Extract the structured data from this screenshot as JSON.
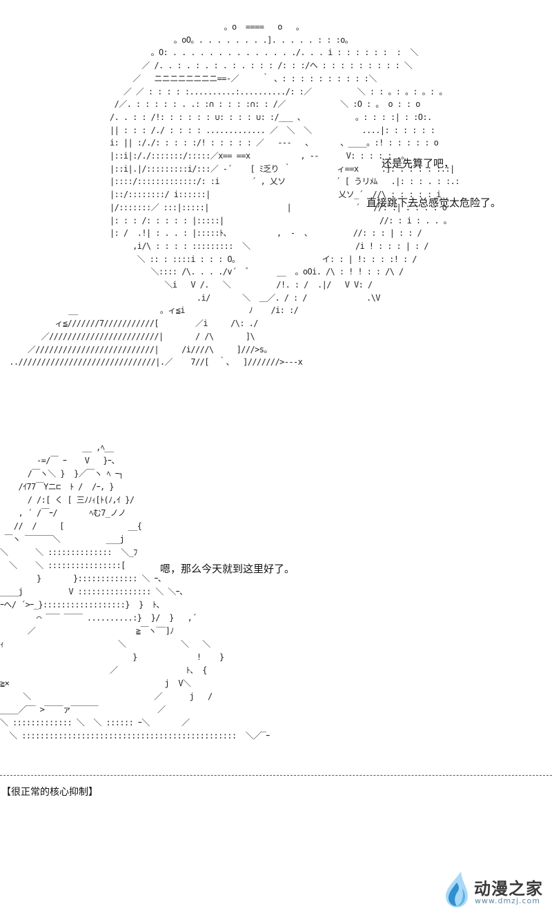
{
  "art": {
    "top": "                                                 。o  ====   o   。\n                                      。oO。. . . . . . . .]. . . . . : : :o。\n                                 。O: . . . . . . . . . . . . . ./. . . i : : : : : :  :  ＼\n                               ／ /. . : . : . : . : . : : : /: : :/ヘ : : : : : : : : : ＼\n                             ／   ニニニニニニニニ==-／     ｀ 、: : : : : : : : : :＼\n                           ／ ／ : : : : :..........:........../: :／          ＼ : : 。: 。: 。: 。\n                         /／. : : : : : . .: :∩ : : : :∩: : /／            ＼ :O : 。 o : : o\n                        /. . : : /!: : : : : : ∪: : : : ∪: :/___ 、           。: : : :| : :O:.\n                        || : : : /./ : : : : ............. ／  ＼  ＼           ....|: : : : : :\n                        i: || :/./: : : : :/! : : : : : ／   ---   、      、____。:! : : : : : o\n                        |::i|:/./:::::::/:::::／x== ==x           , --      V: : : : : .。\n                        |::i|.|/:::::::::i/:::／ -´    [ ﾐ乏り ｀          ィ==x     .]: : : : : :.:|\n                        |::::/:::::::::::::/: :i       ´ , 乂ソ           ´ [ うリﾒﾑ   .|: : : . : :.:\n                        |::/::::::::/ i::::::|                            乂ソ_´  //\\ : : : : : i\n                        |/:::::::／ :::|:::::|                 |              ´   //: :| : : . : o\n                        |: : : /: : : : : |:::::|                                  //: : i : . . 。\n                        |: /  .!| : . . : |:::::ﾄ、          ,  -  、         //: : : | : : /\n                             ,i/\\ : : : : :::::::::  ＼                       /i ! : : : | : /\n                              ＼ :: : ::::i : : : O。                  イ: : | !: : : :! : /\n                                 ＼:::: /\\. . . ./v´  ﾞ      __  。oOi. /\\ : ! ! : : /\\ /\n                                    ＼i   V /.   ＼          /!. : /  .|/   V V: /\n                                           .i/       ＼  ＿／. / : /             .\\V\n               __                  。ィ≦i              ﾉ    /i: :/\n            ィ≦///////7///////////[        ／i     /\\: ./\n         ／////////////////////////|       / /\\       ]\\\n      ／//////////////////////////|     /i////\\     ]///>s。\n  ..//////////////////////////////|.／    7//[  ｀、  ]///////>---x",
    "bottom": "                  __ ,ﾍ__\n        -=/￣ ｰ    V   }ｰ、\n      /￣ヽ＼ }  }／￣ヽ ﾍ ｰ┐\n    /ｲ77￣Yニ⊏  ﾄ /  /ｰ, }\n      / /:[ く [ 三ﾉﾉｨ[ﾄ(ﾉ,ｲ }/\n    , ´ /￣ｰ/       ﾍむ7_ノノ\n   //  /     [              __{\n ￣ヽ ‾‾‾‾‾‾＼          ___j\n＼      ＼ ::::::::::::::  ＼_ﾌ\n  ＼    ＼ ::::::::::::::::[\n        }       }::::::::::::: ＼ ｰ、\n____j          V :::::::::::::::: ＼ ＼ｰ、\nｰへ/ ´>ｰ_}::::::::::::::::::}  }  ﾄ、\n        ⌒ ‾‾‾ ‾‾‾‾ ..........:}  }/  }   ,´\n      ／                      ≧￣ヽ‾‾]ﾉ\nｨ                         ＼            ＼   ＼\n                             }             !    }\n                        ／               ﾄ、 {\n≧×                                  j  V＼\n     ＼                           ／      j   /\n____／‾‾ >‾‾‾‾ァ‾‾‾‾‾‾             ／\n＼ ::::::::::::: ＼  ＼ :::::: ｰ＼       ／\n  ＼ :::::::::::::::::::::::::::::::::::::::::::::::  ＼／‾ｰ"
  },
  "lines": {
    "line_1": "还是先算了吧，",
    "line_2": "直接跳下去总感觉太危险了。",
    "line_3": "嗯，那么今天就到这里好了。"
  },
  "caption": "【很正常的核心抑制】",
  "logo": {
    "title": "动漫之家",
    "url": "www.dmzj.com",
    "colors": {
      "drop_dark": "#2f8fd0",
      "drop_light": "#a9d9f5",
      "title": "#3a3a3a"
    }
  },
  "icons": {
    "logo_mark": "water-drop-icon"
  }
}
